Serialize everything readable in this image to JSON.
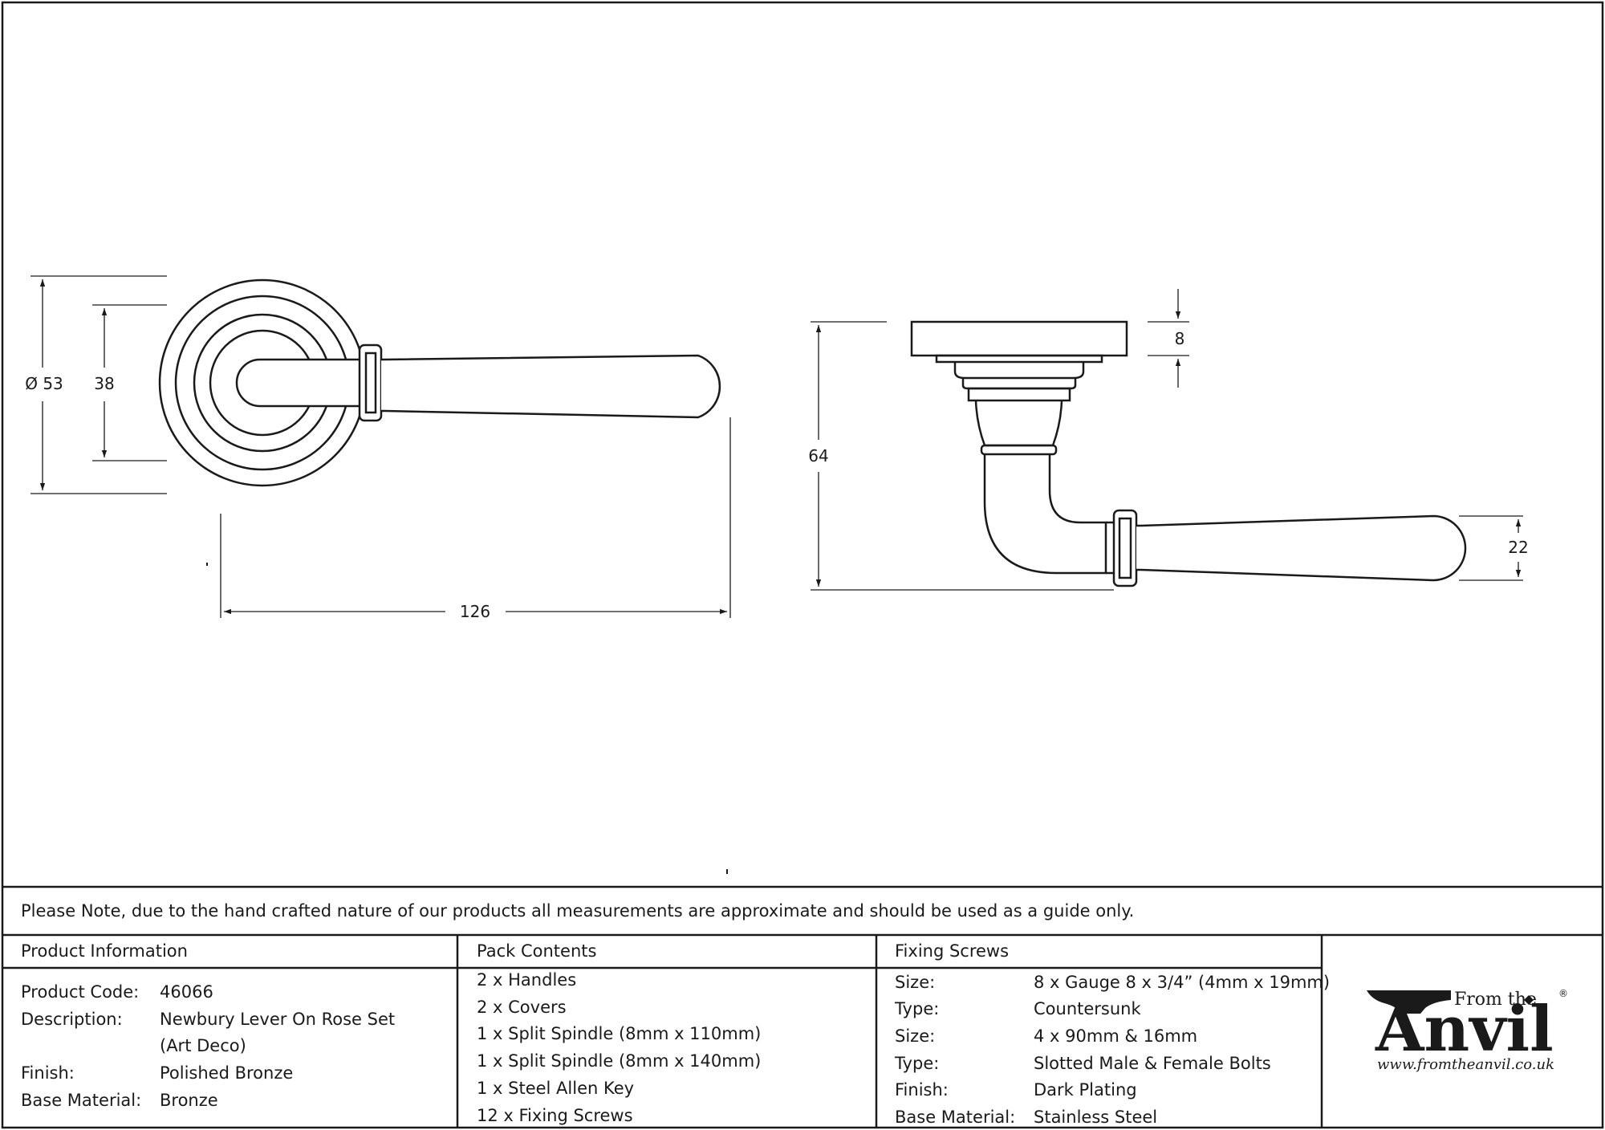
{
  "drawing": {
    "dim_diameter_53": "Ø 53",
    "dim_38": "38",
    "dim_126": "126",
    "dim_64": "64",
    "dim_8": "8",
    "dim_22": "22"
  },
  "note": "Please Note, due to the hand crafted nature of our products all measurements are approximate and should be used as a guide only.",
  "product_information": {
    "header": "Product Information",
    "rows": [
      {
        "label": "Product Code:",
        "value": "46066"
      },
      {
        "label": "Description:",
        "value": "Newbury Lever On Rose Set"
      },
      {
        "label": "",
        "value": "(Art Deco)"
      },
      {
        "label": "Finish:",
        "value": "Polished Bronze"
      },
      {
        "label": "Base Material:",
        "value": "Bronze"
      }
    ]
  },
  "pack_contents": {
    "header": "Pack Contents",
    "items": [
      "2 x Handles",
      "2 x Covers",
      "1 x Split Spindle (8mm x 110mm)",
      "1 x Split Spindle (8mm x 140mm)",
      "1 x Steel Allen Key",
      "12 x Fixing Screws"
    ]
  },
  "fixing_screws": {
    "header": "Fixing Screws",
    "rows": [
      {
        "label": "Size:",
        "value": "8 x Gauge 8 x 3/4” (4mm x 19mm)"
      },
      {
        "label": "Type:",
        "value": "Countersunk"
      },
      {
        "label": "Size:",
        "value": "4 x 90mm & 16mm"
      },
      {
        "label": "Type:",
        "value": "Slotted Male & Female Bolts"
      },
      {
        "label": "Finish:",
        "value": "Dark Plating"
      },
      {
        "label": "Base Material:",
        "value": "Stainless Steel"
      }
    ]
  },
  "logo": {
    "from_the": "From the",
    "brand": "Anvil",
    "registered": "®",
    "url": "www.fromtheanvil.co.uk"
  }
}
